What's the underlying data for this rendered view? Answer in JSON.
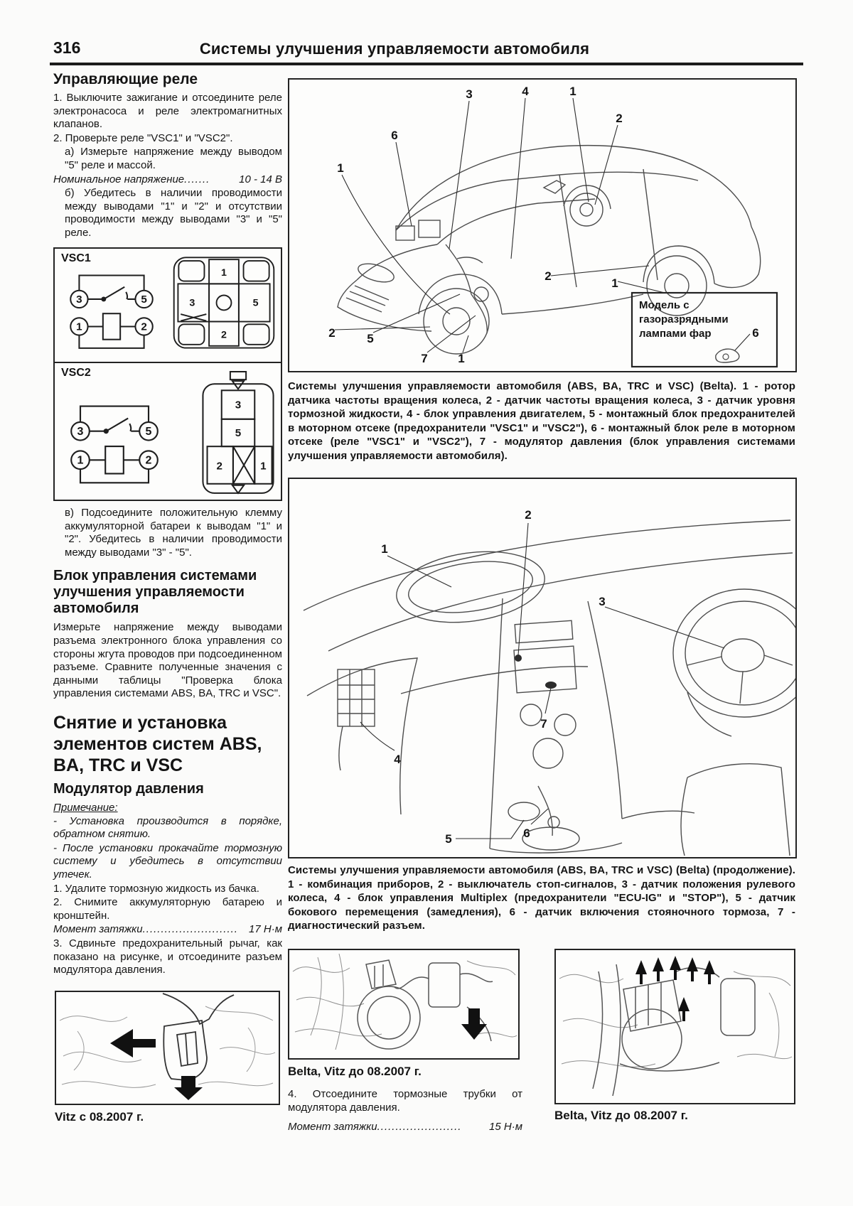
{
  "page": {
    "number": "316",
    "title": "Системы улучшения управляемости автомобиля"
  },
  "left": {
    "s1_heading": "Управляющие реле",
    "s1_p1": "1. Выключите зажигание и отсоедините реле электронасоса и реле электромагнитных клапанов.",
    "s1_p2": "2. Проверьте реле \"VSC1\" и \"VSC2\".",
    "s1_p3": "а) Измерьте напряжение между выводом \"5\" реле и массой.",
    "s1_spec_label": "Номинальное напряжение",
    "s1_spec_dots": ".......",
    "s1_spec_value": "10 - 14 В",
    "s1_p4": "б) Убедитесь в наличии проводимости между выводами \"1\" и \"2\" и отсутствии проводимости между выводами \"3\" и \"5\" реле.",
    "s1_p5": "в) Подсоедините положительную клемму аккумуляторной батареи к выводам \"1\" и \"2\". Убедитесь в наличии проводимости между выводами \"3\" - \"5\".",
    "s2_heading": "Блок управления системами улучшения управляемости автомобиля",
    "s2_p1": "Измерьте напряжение между выводами разъема электронного блока управления со стороны жгута проводов при подсоединенном разъеме. Сравните полученные значения с данными таблицы \"Проверка блока управления системами ABS, BA, TRC и VSC\".",
    "s3_heading": "Снятие и установка элементов систем ABS, BA, TRC и VSC",
    "s3_sub": "Модулятор давления",
    "note_label": "Примечание:",
    "note_item1": "- Установка производится в порядке, обратном снятию.",
    "note_item2": "- После установки прокачайте тормозную систему и убедитесь в отсутствии утечек.",
    "s3_p1": "1. Удалите тормозную жидкость из бачка.",
    "s3_p2": "2. Снимите аккумуляторную батарею и кронштейн.",
    "spec2_label": "Момент затяжки",
    "spec2_dots": "..........................",
    "spec2_value": "17 Н·м",
    "s3_p3": "3. Сдвиньте предохранительный рычаг, как показано на рисунке, и отсоедините разъем модулятора давления.",
    "photo1_caption": "Vitz с 08.2007 г."
  },
  "relays": {
    "vsc1_label": "VSC1",
    "vsc2_label": "VSC2",
    "pins": {
      "p1": "1",
      "p2": "2",
      "p3": "3",
      "p5": "5"
    }
  },
  "fig1": {
    "inset_line1": "Модель с",
    "inset_line2": "газоразрядными",
    "inset_line3": "лампами фар",
    "callouts": [
      "3",
      "4",
      "1",
      "2",
      "6",
      "1",
      "2",
      "5",
      "7",
      "1",
      "2",
      "1",
      "6"
    ],
    "caption": "Системы улучшения управляемости автомобиля (ABS, BA, TRC и VSC) (Belta). 1 - ротор датчика частоты вращения колеса, 2 - датчик частоты вращения колеса, 3 - датчик уровня тормозной жидкости, 4 - блок управления двигателем, 5 - монтажный блок предохранителей в моторном отсеке (предохранители \"VSC1\" и \"VSC2\"), 6 - монтажный блок реле в моторном отсеке (реле \"VSC1\" и \"VSC2\"), 7 - модулятор давления (блок управления системами улучшения управляемости автомобиля)."
  },
  "fig2": {
    "callouts": [
      "1",
      "2",
      "3",
      "4",
      "7",
      "5",
      "6"
    ],
    "caption": "Системы улучшения управляемости автомобиля (ABS, BA, TRC и VSC) (Belta) (продолжение). 1 - комбинация приборов, 2 - выключатель стоп-сигналов, 3 - датчик положения рулевого колеса, 4 - блок управления Multiplex (предохранители \"ECU-IG\" и \"STOP\"), 5 - датчик бокового перемещения (замедления), 6 - датчик включения стояночного тормоза, 7 - диагностический разъем."
  },
  "bottom": {
    "photo2_caption": "Belta, Vitz до 08.2007 г.",
    "photo3_caption": "Belta, Vitz до 08.2007 г.",
    "s4_p1": "4. Отсоедините тормозные трубки от модулятора давления.",
    "spec3_label": "Момент затяжки",
    "spec3_dots": ".......................",
    "spec3_value": "15 Н·м"
  }
}
